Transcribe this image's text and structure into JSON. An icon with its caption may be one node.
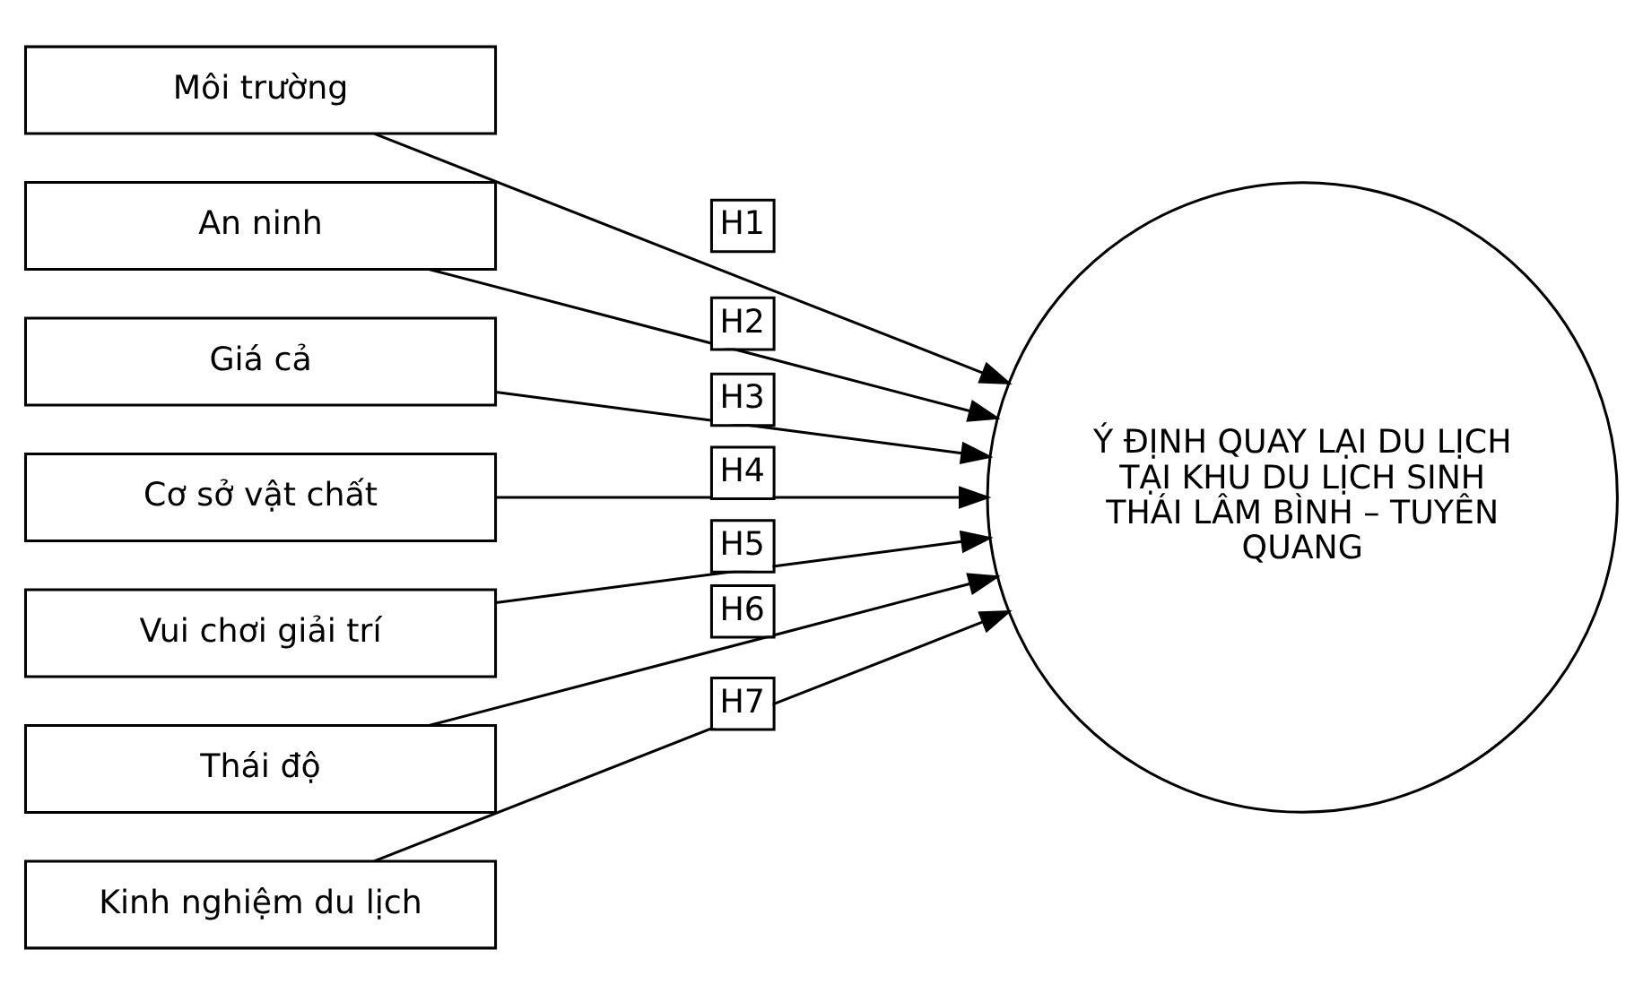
{
  "diagram": {
    "nodes": [
      {
        "text": [
          "Môi trường"
        ]
      },
      {
        "text": [
          "An ninh"
        ]
      },
      {
        "text": [
          "Giá cả"
        ]
      },
      {
        "text": [
          "Cơ sở vật chất"
        ]
      },
      {
        "text": [
          "Vui chơi giải trí"
        ]
      },
      {
        "text": [
          "Thái độ"
        ]
      },
      {
        "text": [
          "Kinh nghiệm du lịch"
        ]
      },
      {
        "text": [
          "Ý ĐỊNH QUAY LẠI DU LỊCH TẠI KHU DU LỊCH SINH THÁI LÂM BÌNH – TUYÊN QUANG"
        ]
      }
    ],
    "edges": [
      {
        "from": 0,
        "to": 7,
        "arrow": "to",
        "label": "H1"
      },
      {
        "from": 1,
        "to": 7,
        "arrow": "to",
        "label": "H2"
      },
      {
        "from": 2,
        "to": 7,
        "arrow": "to",
        "label": "H3"
      },
      {
        "from": 3,
        "to": 7,
        "arrow": "to",
        "label": "H4"
      },
      {
        "from": 4,
        "to": 7,
        "arrow": "to",
        "label": "H5"
      },
      {
        "from": 5,
        "to": 7,
        "arrow": "to",
        "label": "H6"
      },
      {
        "from": 6,
        "to": 7,
        "arrow": "to",
        "label": "H7"
      }
    ]
  }
}
